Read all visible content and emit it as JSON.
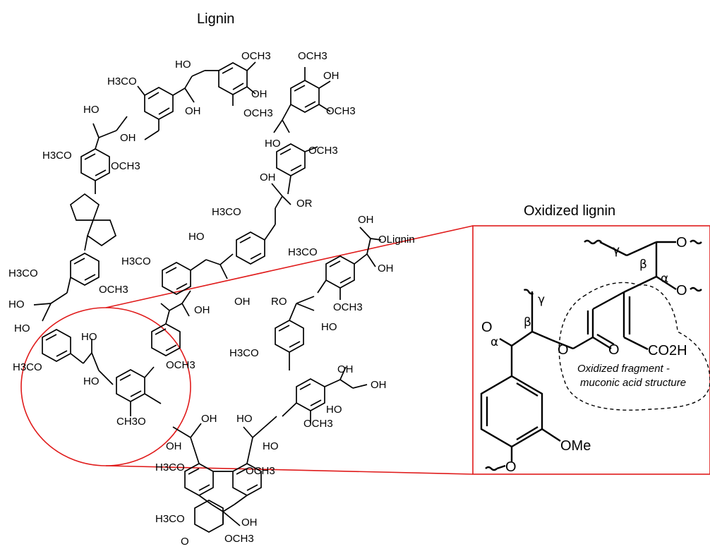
{
  "titles": {
    "lignin": "Lignin",
    "oxidized": "Oxidized lignin"
  },
  "lignin_labels": {
    "ho_top": "HO",
    "och3_top": "OCH3",
    "h3co_top": "H3CO",
    "oh_a": "OH",
    "oh_b": "OH",
    "och3_b": "OCH3",
    "ho_left": "HO",
    "oh_c": "OH",
    "och3_c": "OCH3",
    "h3co_left1": "H3CO",
    "och3_left1": "OCH3",
    "ho_mid": "HO",
    "och3_mid": "OCH3",
    "oh_mid": "OH",
    "or_1": "OR",
    "h3co_mid": "H3CO",
    "oh_right": "OH",
    "olignin": "OLignin",
    "h3co_center": "H3CO",
    "ho_center": "HO",
    "h3co_right": "H3CO",
    "oh_right2": "OH",
    "h3co_left2": "H3CO",
    "och3_left2": "OCH3",
    "oh_center": "OH",
    "ro": "RO",
    "och3_right": "OCH3",
    "ho_left2": "HO",
    "ho_left3": "HO",
    "ho_ring": "HO",
    "h3co_ring": "H3CO",
    "ho_ring2": "HO",
    "och3_ring": "OCH3",
    "ho_right3": "HO",
    "h3co_right3": "H3CO",
    "ch3o_ring": "CH3O",
    "oh_low": "OH",
    "oh_low2": "OH",
    "ho_low": "HO",
    "oh_low3": "OH",
    "ho_low2": "HO",
    "och3_low": "OCH3",
    "ho_low3": "HO",
    "h3co_low": "H3CO",
    "och3_low2": "OCH3",
    "oh_bottom": "OH",
    "h3co_bottom": "H3CO",
    "och3_bottom": "OCH3",
    "o_bottom": "O"
  },
  "oxidized_labels": {
    "o_top_right1": "O",
    "gamma_top": "γ",
    "beta_top": "β",
    "alpha_top": "α",
    "o_top_right2": "O",
    "gamma_left": "γ",
    "beta_left": "β",
    "o_left": "O",
    "alpha_left": "α",
    "o_ester": "O",
    "o_carbonyl": "O",
    "co2h": "CO2H",
    "fragment_line1": "Oxidized fragment -",
    "fragment_line2": "muconic acid structure",
    "ome": "OMe",
    "o_bottom": "O"
  }
}
